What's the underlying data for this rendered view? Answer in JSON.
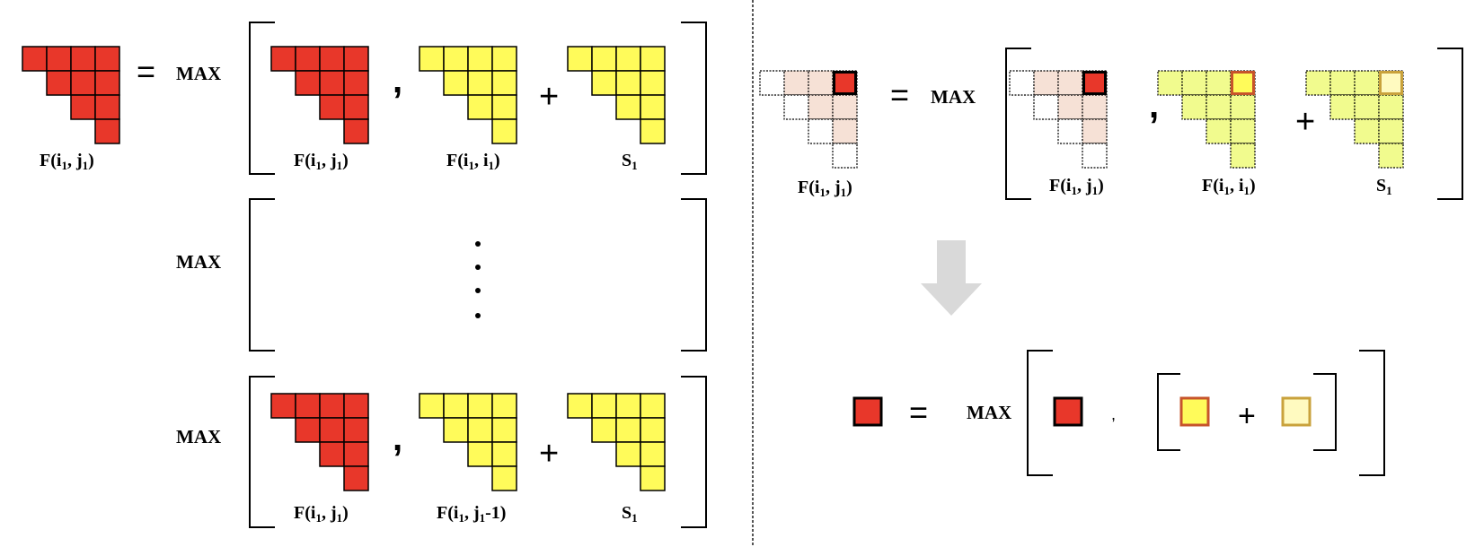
{
  "colors": {
    "red": "#E8372A",
    "yellow": "#FFFB5A",
    "pale_pink": "#F6E1D6",
    "pale_yellow": "#F1FB8E",
    "cream": "#FFFAC0",
    "orange_border": "#C7542B",
    "tan_border": "#C9A23C",
    "arrow": "#D9D9D9"
  },
  "left": {
    "lhs_label_main": "F(i",
    "lhs_label_sub1": "1",
    "lhs_label_mid": ", j",
    "lhs_label_sub2": "1",
    "lhs_label_end": ")",
    "max": "MAX",
    "row1": {
      "t1": {
        "main": "F(i",
        "s1": "1",
        "mid": ", j",
        "s2": "1",
        "end": ")"
      },
      "t2": {
        "main": "F(i",
        "s1": "1",
        "mid": ", i",
        "s2": "1",
        "end": ")"
      },
      "t3": {
        "main": "S",
        "s1": "1"
      }
    },
    "row3": {
      "t1": {
        "main": "F(i",
        "s1": "1",
        "mid": ", j",
        "s2": "1",
        "end": ")"
      },
      "t2": {
        "main": "F(i",
        "s1": "1",
        "mid": ", j",
        "s2": "1",
        "end": "-1)"
      },
      "t3": {
        "main": "S",
        "s1": "1"
      }
    },
    "comma": ",",
    "plus": "+"
  },
  "right": {
    "max": "MAX",
    "lhs": {
      "main": "F(i",
      "s1": "1",
      "mid": ", j",
      "s2": "1",
      "end": ")"
    },
    "t1": {
      "main": "F(i",
      "s1": "1",
      "mid": ", j",
      "s2": "1",
      "end": ")"
    },
    "t2": {
      "main": "F(i",
      "s1": "1",
      "mid": ", i",
      "s2": "1",
      "end": ")"
    },
    "t3": {
      "main": "S",
      "s1": "1"
    },
    "comma": ",",
    "plus": "+",
    "equals": "="
  }
}
